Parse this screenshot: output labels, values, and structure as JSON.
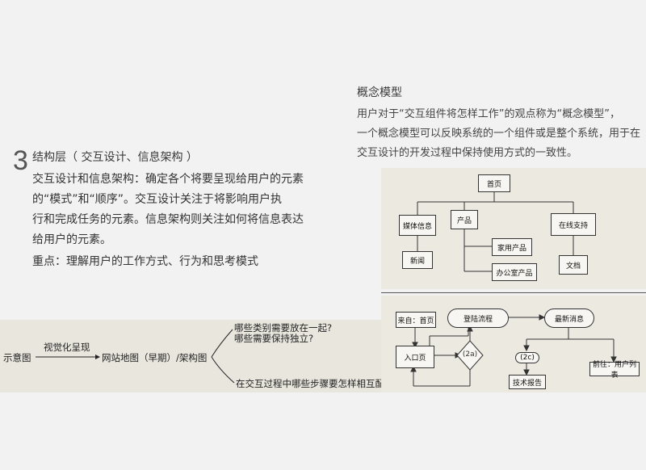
{
  "concept": {
    "title": "概念模型",
    "lines": [
      "用户对于“交互组件将怎样工作”的观点称为“概念模型”，",
      "一个概念模型可以反映系统的一个组件或是整个系统，用于在",
      "交互设计的开发过程中保持使用方式的一致性。"
    ]
  },
  "section": {
    "number": "3",
    "title": "结构层（ 交互设计、信息架构 ）",
    "lines": [
      "交互设计和信息架构：确定各个将要呈现给用户的元素",
      "的“模式”和“顺序”。交互设计关注于将影响用户执",
      "行和完成任务的元素。信息架构则关注如何将信息表达",
      "给用户的元素。",
      "重点：理解用户的工作方式、行为和思考模式"
    ]
  },
  "strip": {
    "left_label": "示意图",
    "arrow_label": "视觉化呈现",
    "middle_label": "网站地图（早期）/架构图",
    "q1": "哪些类别需要放在一起?",
    "q2": "哪些需要保持独立?",
    "q3": "在交互过程中哪些步骤要怎样相互配合?"
  },
  "sitemap": {
    "home": "首页",
    "media": "媒体信息",
    "news": "新闻",
    "products": "产品",
    "home_products": "家用产品",
    "office_products": "办公室产品",
    "support": "在线支持",
    "docs": "文档"
  },
  "flow": {
    "from": "来自：首页",
    "login": "登陆流程",
    "latest": "最新消息",
    "entry": "入口页",
    "d2a": "(2a)",
    "d2c": "(2c)",
    "tech_report": "技术报告",
    "to_user_list": "前往：用户列表"
  }
}
